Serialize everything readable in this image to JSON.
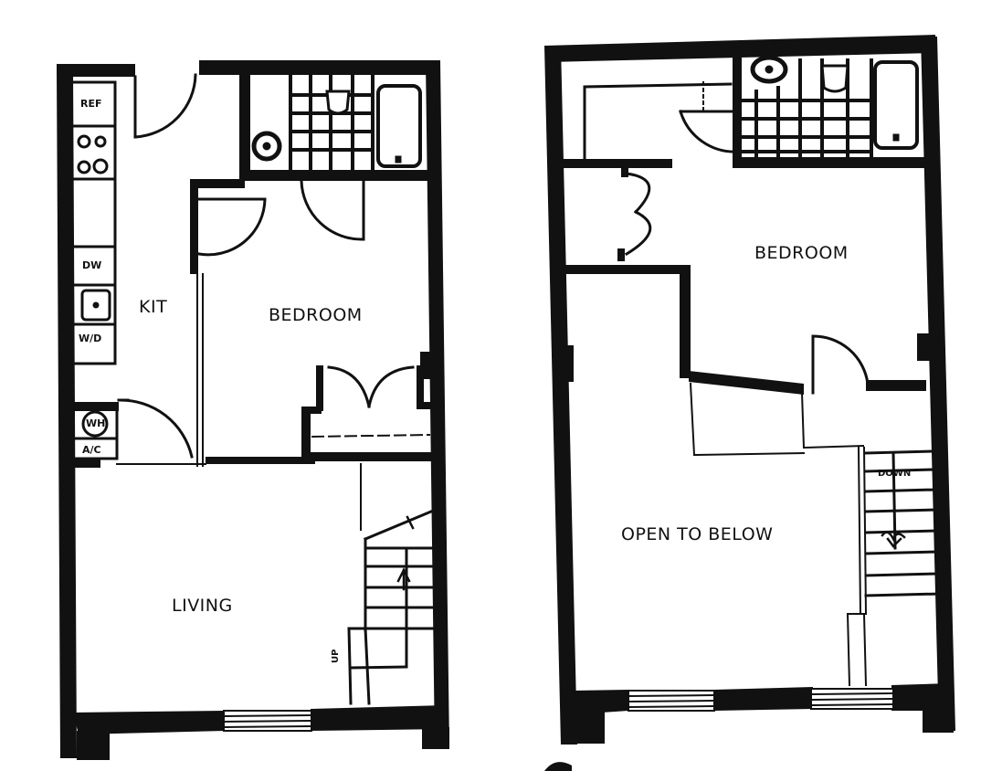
{
  "floor_plan": {
    "colors": {
      "wall": "#111111",
      "background": "#ffffff"
    },
    "first_floor": {
      "rooms": {
        "kitchen": "KIT",
        "bedroom": "BEDROOM",
        "living": "LIVING"
      },
      "fixtures": {
        "refrigerator": "REF",
        "dishwasher": "DW",
        "washer_dryer": "W/D",
        "water_heater": "WH",
        "air_conditioner": "A/C"
      },
      "stairs_label": "UP"
    },
    "second_floor": {
      "rooms": {
        "bedroom": "BEDROOM",
        "open_to_below": "OPEN TO BELOW"
      },
      "stairs_label": "DOWN"
    }
  }
}
